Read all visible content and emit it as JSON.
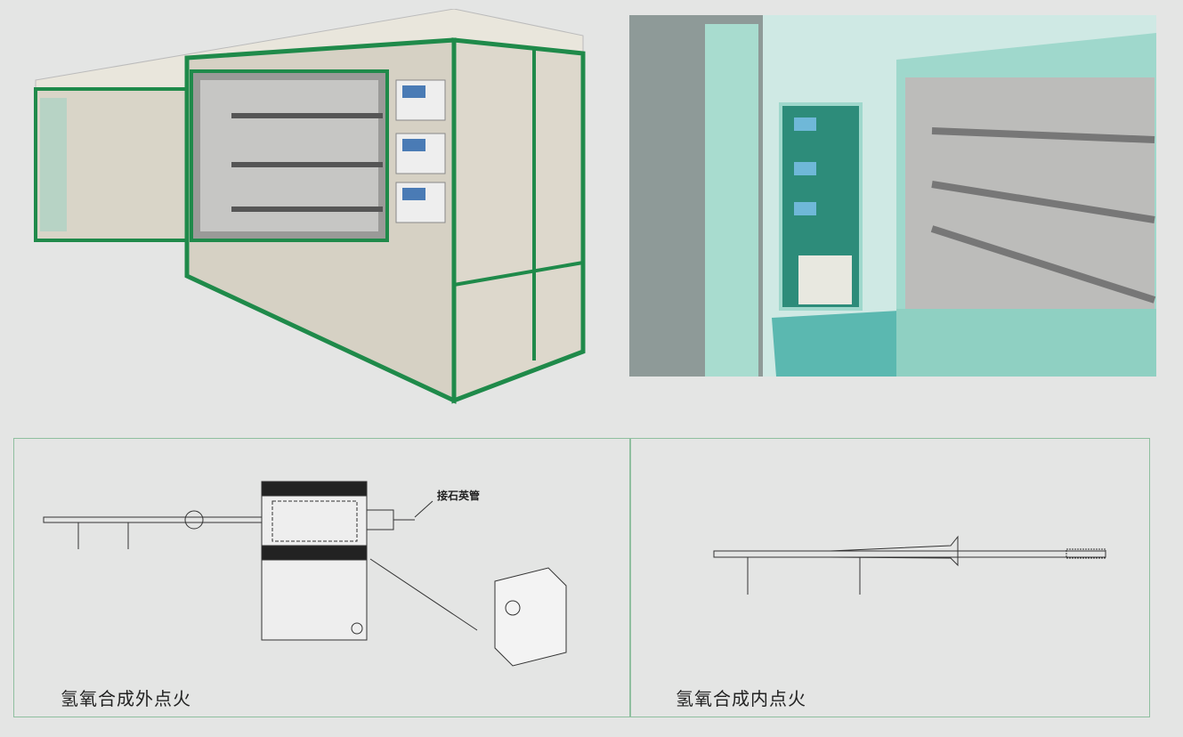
{
  "diagrams": {
    "external": {
      "caption": "氢氧合成外点火",
      "callout": "接石英管"
    },
    "internal": {
      "caption": "氢氧合成内点火"
    }
  },
  "colors": {
    "frame_green": "#1f8a4a",
    "panel_beige": "#ddd8cc",
    "room_teal": "#9fd8cc"
  }
}
